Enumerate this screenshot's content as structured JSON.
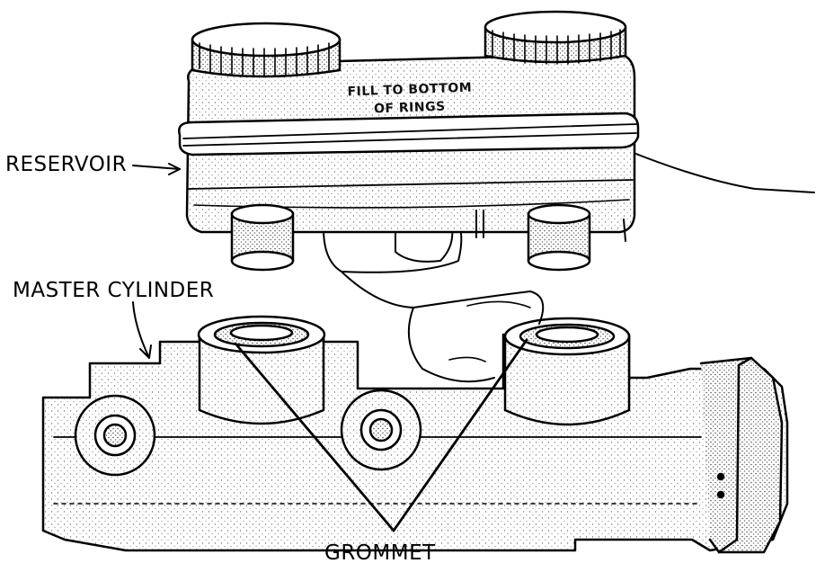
{
  "labels": {
    "reservoir": "RESERVOIR",
    "master_cylinder": "MASTER CYLINDER",
    "grommet": "GROMMET"
  },
  "reservoir_text": {
    "line1": "FILL TO BOTTOM",
    "line2": "OF RINGS"
  },
  "colors": {
    "ink": "#000000",
    "paper": "#ffffff",
    "stipple": "#9a9a9a"
  }
}
